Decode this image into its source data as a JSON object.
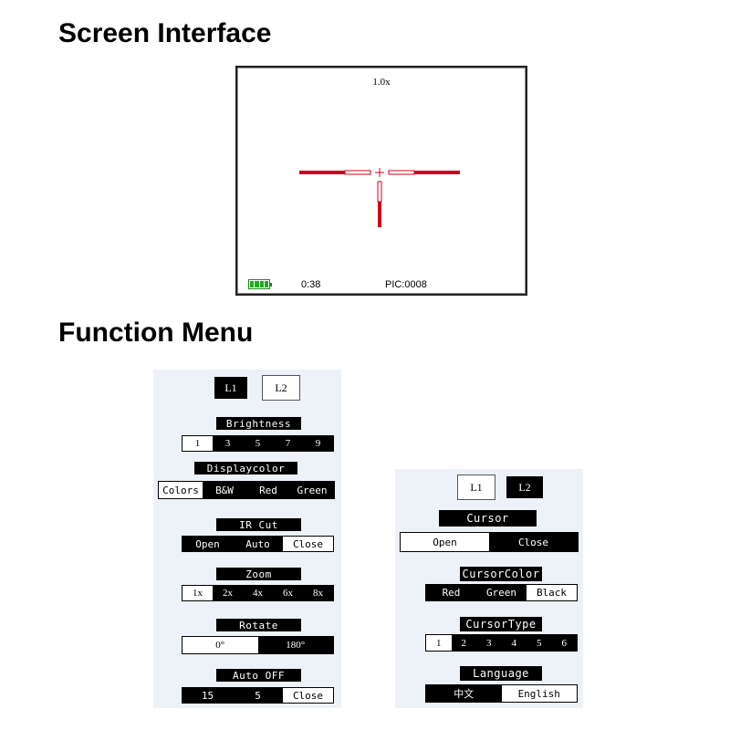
{
  "headings": {
    "screen": "Screen Interface",
    "menu": "Function Menu"
  },
  "screen": {
    "zoom": "1.0x",
    "time": "0:38",
    "pic": "PIC:0008",
    "reticle_color": "#d0021b",
    "battery_color": "#22aa22"
  },
  "panel1": {
    "tabs": [
      "L1",
      "L2"
    ],
    "brightness": {
      "label": "Brightness",
      "options": [
        "1",
        "3",
        "5",
        "7",
        "9"
      ],
      "selected": 0
    },
    "displaycolor": {
      "label": "Displaycolor",
      "options": [
        "Colors",
        "B&W",
        "Red",
        "Green"
      ],
      "selected": 0
    },
    "ircut": {
      "label": "IR Cut",
      "options": [
        "Open",
        "Auto",
        "Close"
      ],
      "selected": 2
    },
    "zoom": {
      "label": "Zoom",
      "options": [
        "1x",
        "2x",
        "4x",
        "6x",
        "8x"
      ],
      "selected": 0
    },
    "rotate": {
      "label": "Rotate",
      "options": [
        "0°",
        "180°"
      ],
      "selected": 0
    },
    "autooff": {
      "label": "Auto OFF",
      "options": [
        "15",
        "5",
        "Close"
      ],
      "selected": 2
    }
  },
  "panel2": {
    "tabs": [
      "L1",
      "L2"
    ],
    "cursor": {
      "label": "Cursor",
      "options": [
        "Open",
        "Close"
      ],
      "selected": 0
    },
    "cursorcolor": {
      "label": "CursorColor",
      "options": [
        "Red",
        "Green",
        "Black"
      ],
      "selected": 2
    },
    "cursortype": {
      "label": "CursorType",
      "options": [
        "1",
        "2",
        "3",
        "4",
        "5",
        "6"
      ],
      "selected": 0
    },
    "language": {
      "label": "Language",
      "options": [
        "中文",
        "English"
      ],
      "selected": 1
    }
  }
}
